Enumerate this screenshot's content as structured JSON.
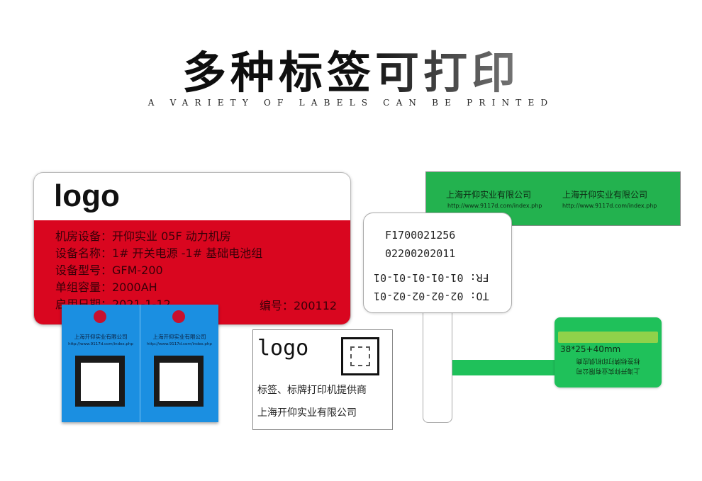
{
  "heading": {
    "title": "多种标签可打印",
    "subtitle": "A VARIETY OF LABELS CAN BE PRINTED"
  },
  "red_label": {
    "logo": "logo",
    "lines": [
      "机房设备：开仰实业 05F 动力机房",
      "设备名称：1# 开关电源 -1# 基础电池组",
      "设备型号：GFM-200",
      "单组容量：2000AH",
      "启用日期：2021-1-12"
    ],
    "number": "编号：200112"
  },
  "blue_tag": {
    "company": "上海开仰实业有限公司",
    "url": "http://www.9117d.com/index.php"
  },
  "white_label": {
    "logo": "logo",
    "line1": "标签、标牌打印机提供商",
    "line2": "上海开仰实业有限公司"
  },
  "paddle_tag": {
    "line1": "F1700021256",
    "line2": "02200202011",
    "line3_flipped": "FR: 01-01-01-01-01",
    "line4_flipped": "TO: 02-02-02-02-01"
  },
  "green_strip": {
    "company": "上海开仰实业有限公司",
    "url": "http://www.9117d.com/index.php"
  },
  "flag_tag": {
    "size": "38*25+40mm",
    "flipped_line1": "标签标牌打印机供应商",
    "flipped_line2": "上海开仰实业有限公司"
  }
}
